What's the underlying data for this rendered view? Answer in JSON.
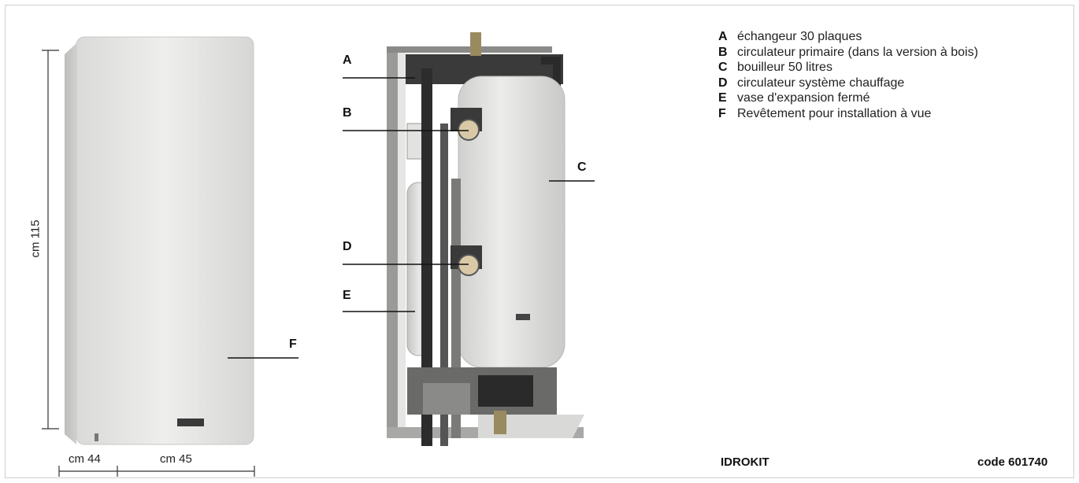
{
  "dimensions": {
    "height": "cm 115",
    "depth": "cm 44",
    "width": "cm 45"
  },
  "callouts": [
    "A",
    "B",
    "C",
    "D",
    "E",
    "F"
  ],
  "legend": [
    {
      "key": "A",
      "text": "échangeur 30 plaques"
    },
    {
      "key": "B",
      "text": "circulateur primaire (dans la version à bois)"
    },
    {
      "key": "C",
      "text": "bouilleur 50 litres"
    },
    {
      "key": "D",
      "text": "circulateur système chauffage"
    },
    {
      "key": "E",
      "text": "vase d'expansion fermé"
    },
    {
      "key": "F",
      "text": "Revêtement pour installation à vue"
    }
  ],
  "footer": {
    "product": "IDROKIT",
    "code": "code 601740"
  },
  "colors": {
    "panel": "#e4e4e2",
    "panel_shadow": "#bdbdbb",
    "frame": "#8a8a88",
    "dark_parts": "#2a2a2a"
  }
}
